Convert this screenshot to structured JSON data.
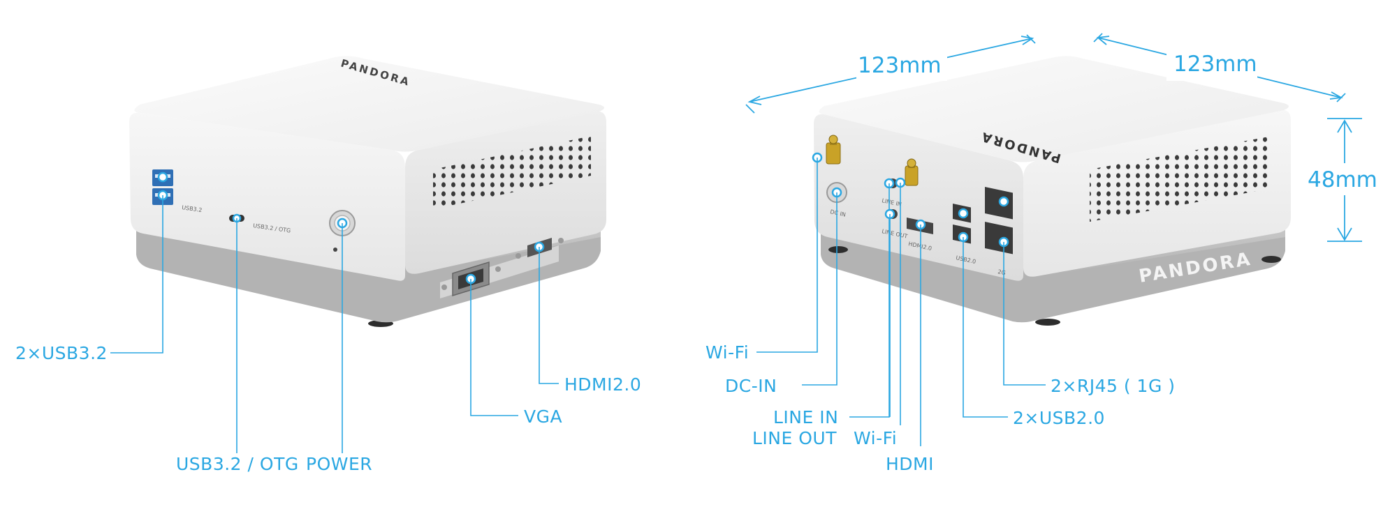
{
  "left_device": {
    "brand": "PANDORA",
    "port_labels": {
      "usb32": "USB3.2",
      "otg": "USB3.2 / OTG"
    },
    "callouts": {
      "usb32": "2×USB3.2",
      "otg": "USB3.2 / OTG",
      "power": "POWER",
      "vga": "VGA",
      "hdmi": "HDMI2.0"
    }
  },
  "right_device": {
    "brand_top": "PANDORA",
    "brand_side": "PANDORA",
    "port_labels": {
      "dcin": "DC IN",
      "linein": "LINE IN",
      "lineout": "LINE OUT",
      "hdmi": "HDMI2.0",
      "usb20": "USB2.0",
      "rj45": "2G"
    },
    "callouts": {
      "wifi1": "Wi-Fi",
      "dcin": "DC-IN",
      "linein": "LINE IN",
      "lineout": "LINE OUT",
      "wifi2": "Wi-Fi",
      "hdmi": "HDMI",
      "usb20": "2×USB2.0",
      "rj45": "2×RJ45 ( 1G )"
    },
    "dimensions": {
      "width": "123mm",
      "depth": "123mm",
      "height": "48mm"
    }
  },
  "colors": {
    "accent": "#2aa7e2",
    "brand_green": "#8dc63f",
    "shell": "#f4f4f4",
    "base": "#bdbdbd"
  }
}
